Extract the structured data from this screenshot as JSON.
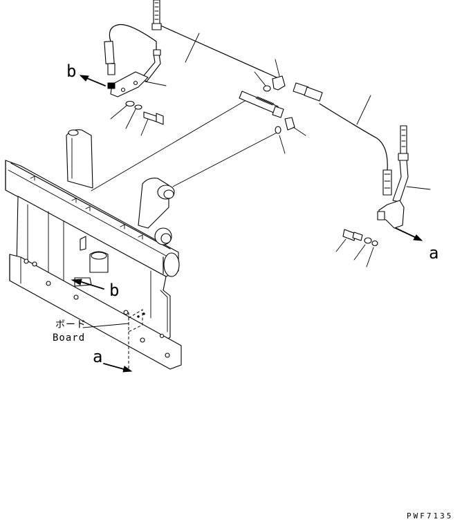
{
  "labels": {
    "view_b_top": "b",
    "view_b_bottom": "b",
    "view_a_right": "a",
    "view_a_bottom": "a",
    "board_jp": "ボード",
    "board_en": "Board",
    "drawing_code": "PWF7135"
  }
}
